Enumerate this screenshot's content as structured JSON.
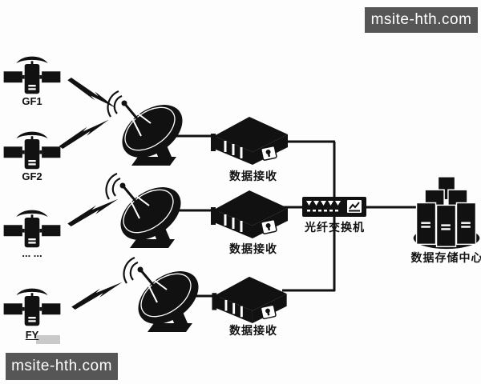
{
  "watermarks": {
    "top_right": "msite-hth.com",
    "bottom_left": "msite-hth.com"
  },
  "satellites": [
    {
      "label": "GF1"
    },
    {
      "label": "GF2"
    },
    {
      "label": "... ..."
    },
    {
      "label": "FY"
    }
  ],
  "ground_stations": [
    {
      "name": "dish-1"
    },
    {
      "name": "dish-2"
    },
    {
      "name": "dish-3"
    }
  ],
  "receivers": [
    {
      "label": "数据接收"
    },
    {
      "label": "数据接收"
    },
    {
      "label": "数据接收"
    }
  ],
  "switch": {
    "label": "光纤交换机"
  },
  "storage": {
    "label": "数据存储中心"
  },
  "colors": {
    "ink": "#111111",
    "background": "#fdfdfd",
    "watermark_bg": "#565656",
    "watermark_text": "#ffffff"
  }
}
